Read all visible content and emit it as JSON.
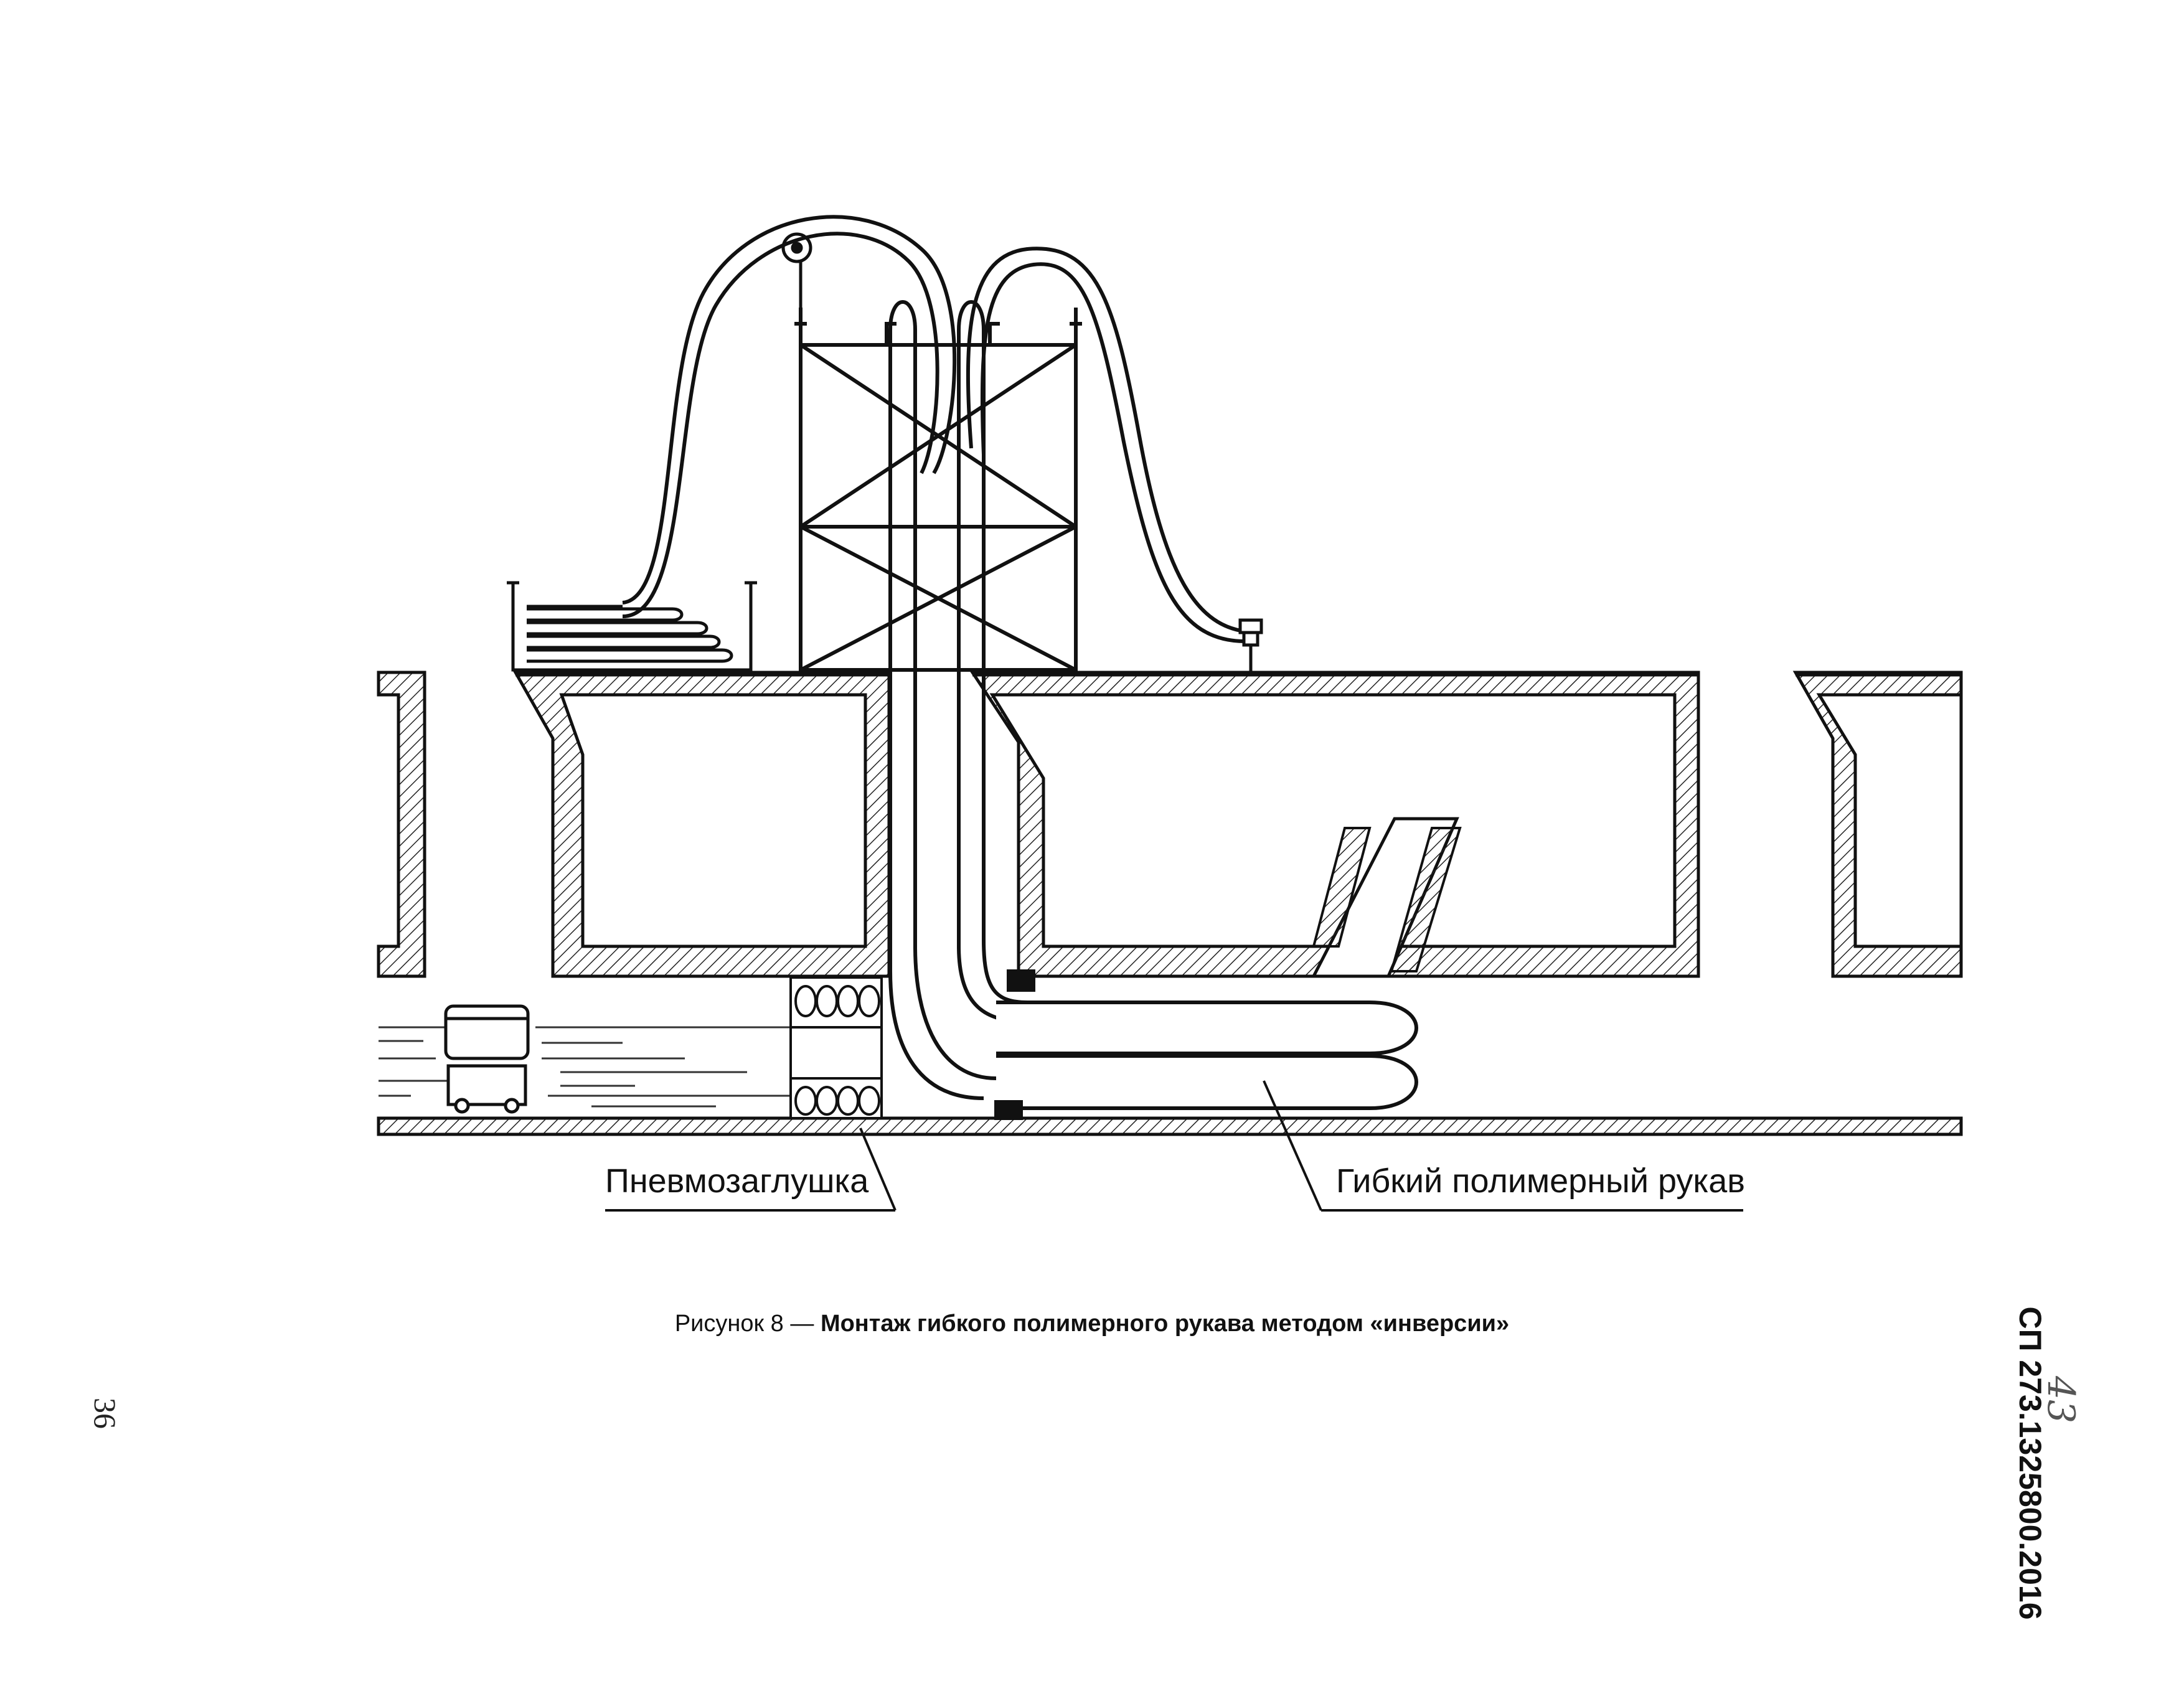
{
  "figure": {
    "labels": {
      "air_plug": "Пневмозаглушка",
      "flexible_sleeve": "Гибкий полимерный рукав"
    },
    "caption": {
      "prefix": "Рисунок 8 — ",
      "text": "Монтаж гибкого полимерного рукава методом «инверсии»"
    }
  },
  "margin": {
    "document_code": "СП 273.1325800.2016",
    "page_number": "36",
    "handwritten_number": "43"
  }
}
